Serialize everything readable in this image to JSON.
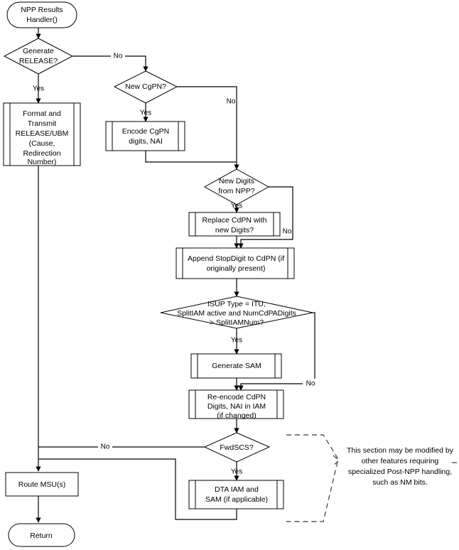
{
  "diagram": {
    "title": "NPP Results Handler Flowchart",
    "type": "flowchart",
    "background_color": "#ffffff",
    "line_color": "#000000",
    "dashed_color": "#555555"
  },
  "nodes": {
    "start": {
      "label_lines": [
        "NPP Results",
        "Handler()"
      ],
      "shape": "terminator"
    },
    "generate_release": {
      "label_lines": [
        "Generate",
        "RELEASE?"
      ],
      "shape": "decision"
    },
    "format_transmit": {
      "label_lines": [
        "Format and",
        "Transmit",
        "RELEASE/UBM",
        "(Cause,",
        "Redirection",
        "Number)"
      ],
      "shape": "predefined-process"
    },
    "new_cgpn": {
      "label_lines": [
        "New CgPN?"
      ],
      "shape": "decision"
    },
    "encode_cgpn": {
      "label_lines": [
        "Encode CgPN",
        "digits, NAI"
      ],
      "shape": "predefined-process"
    },
    "new_digits": {
      "label_lines": [
        "New Digits",
        "from NPP?"
      ],
      "shape": "decision"
    },
    "replace_cdpn": {
      "label_lines": [
        "Replace CdPN with",
        "new Digits?"
      ],
      "shape": "predefined-process"
    },
    "append_stopdigit": {
      "label_lines": [
        "Append StopDigit to CdPN (if",
        "originally present)"
      ],
      "shape": "predefined-process"
    },
    "isup_type": {
      "label_lines": [
        "ISUP Type = ITU,",
        "SplitIAM active and NumCdPADigits",
        "> SplitIAMNum?"
      ],
      "shape": "decision"
    },
    "generate_sam": {
      "label_lines": [
        "Generate SAM"
      ],
      "shape": "predefined-process"
    },
    "reencode_cdpn": {
      "label_lines": [
        "Re-encode CdPN",
        "Digits, NAI in IAM",
        "(if changed)"
      ],
      "shape": "predefined-process"
    },
    "fwdscs": {
      "label_lines": [
        "FwdSCS?"
      ],
      "shape": "decision"
    },
    "dta_iam": {
      "label_lines": [
        "DTA IAM and",
        "SAM (if applicable)"
      ],
      "shape": "predefined-process"
    },
    "route_msu": {
      "label_lines": [
        "Route MSU(s)"
      ],
      "shape": "process"
    },
    "return": {
      "label_lines": [
        "Return"
      ],
      "shape": "terminator"
    }
  },
  "edge_labels": {
    "generate_release_no": "No",
    "generate_release_yes": "Yes",
    "new_cgpn_yes": "Yes",
    "new_cgpn_no": "No",
    "new_digits_yes": "Yes",
    "new_digits_no": "No",
    "isup_type_yes": "Yes",
    "isup_type_no": "No",
    "fwdscs_no": "No",
    "fwdscs_yes": "Yes"
  },
  "annotation": {
    "lines": [
      "This section may be modified by",
      "other features requiring",
      "specialized Post-NPP handling,",
      "such as NM bits."
    ]
  }
}
